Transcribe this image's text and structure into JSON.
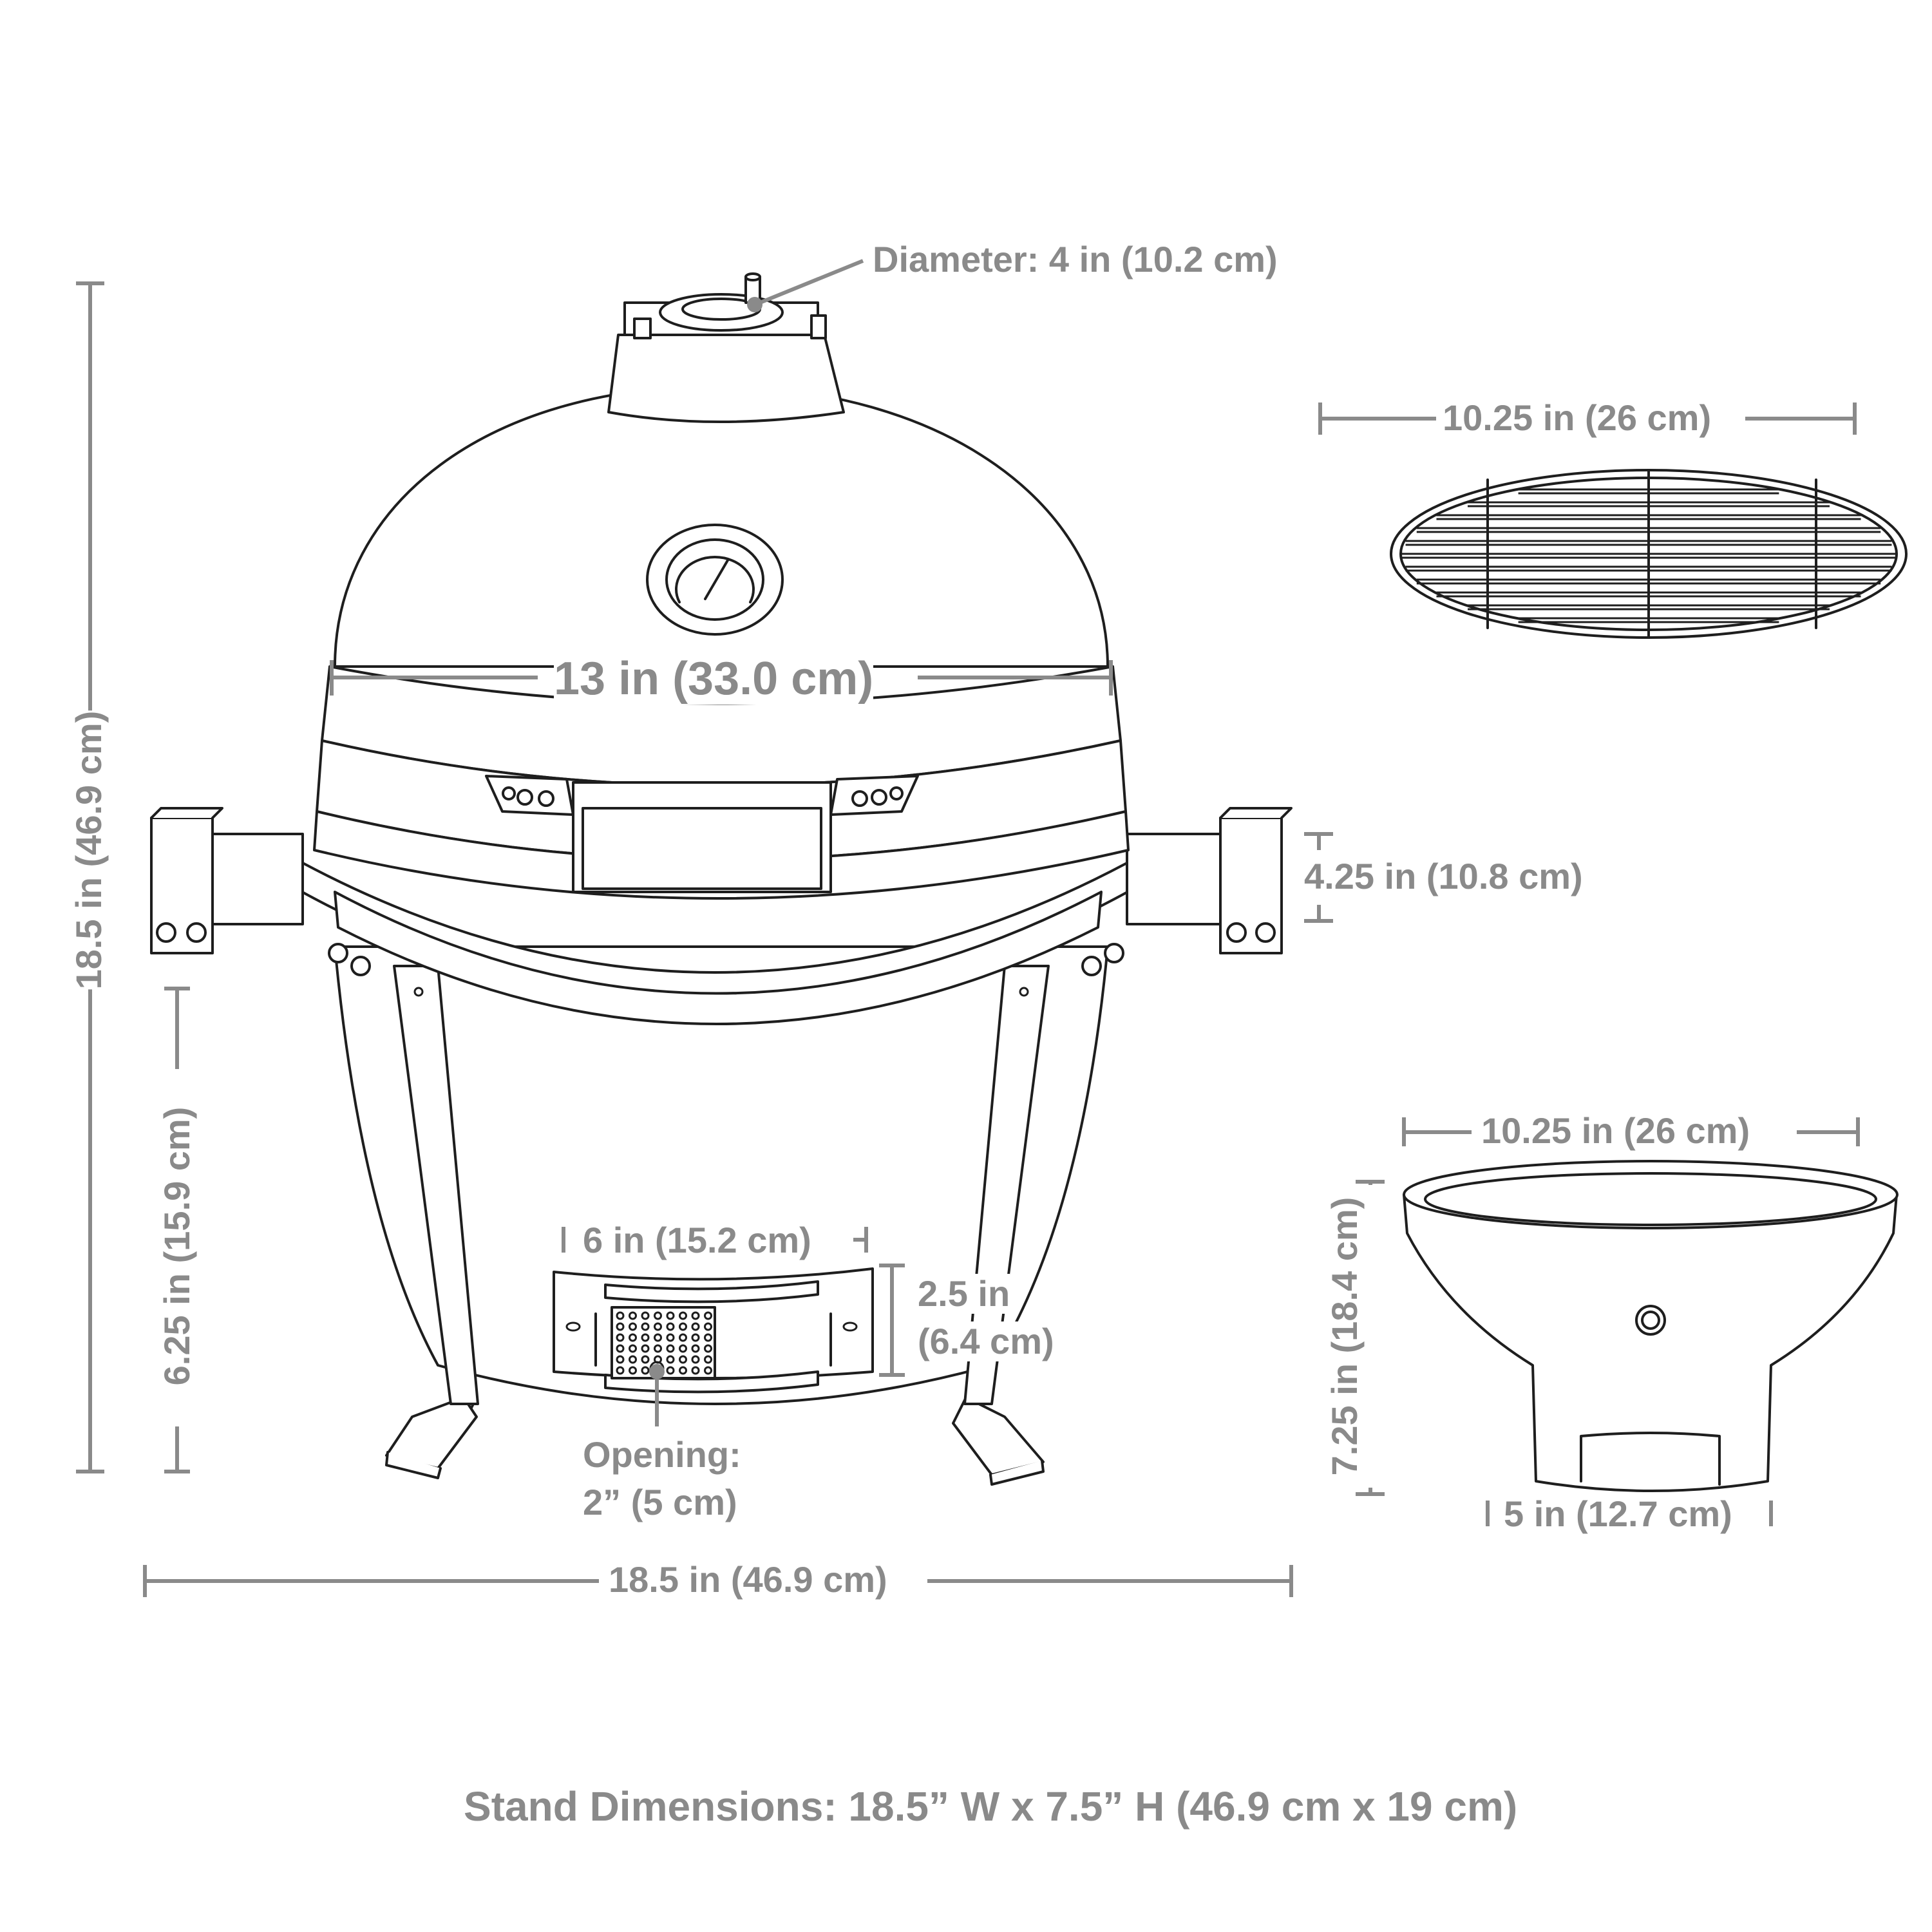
{
  "labels": {
    "vent_diameter": "Diameter: 4 in (10.2 cm)",
    "dome_width": "13 in (33.0 cm)",
    "grate_width": "10.25 in (26 cm)",
    "handle_height": "4.25 in (10.8 cm)",
    "firebox_width": "10.25 in (26 cm)",
    "firebox_height": "7.25 in (18.4 cm)",
    "firebox_base": "5 in (12.7 cm)",
    "total_height": "18.5 in (46.9 cm)",
    "base_height": "6.25 in (15.9 cm)",
    "vent_width": "6 in (15.2 cm)",
    "vent_height_line1": "2.5 in",
    "vent_height_line2": "(6.4 cm)",
    "opening_line1": "Opening:",
    "opening_line2": "2” (5 cm)",
    "total_width": "18.5 in (46.9 cm)",
    "stand_dimensions": "Stand Dimensions: 18.5” W x 7.5” H (46.9 cm x 19 cm)"
  },
  "colors": {
    "dimension_text": "#8a8a8a",
    "outline": "#1e1e1e",
    "background": "#ffffff"
  }
}
